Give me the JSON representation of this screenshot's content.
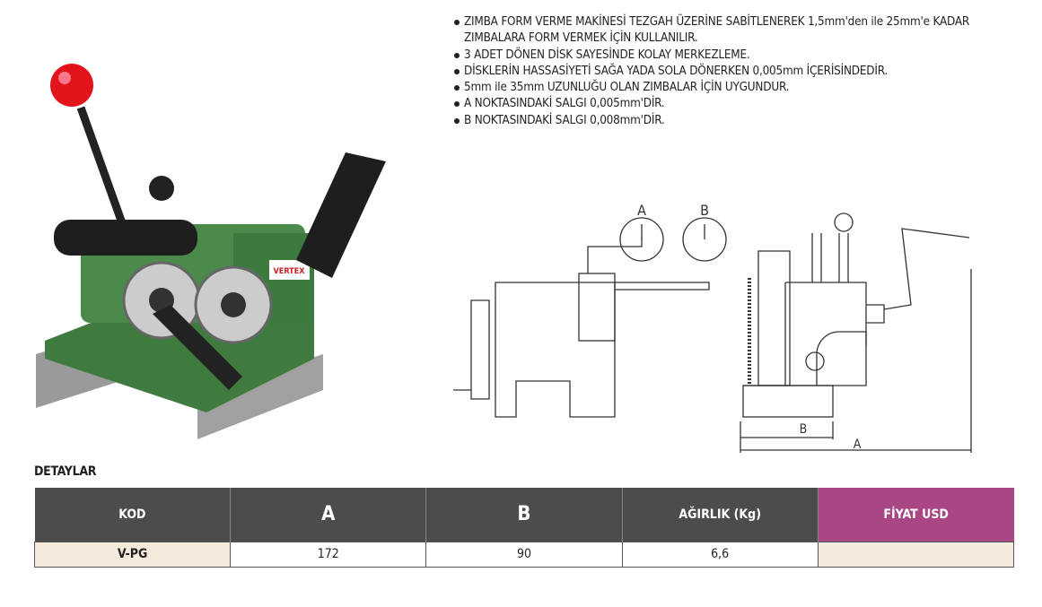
{
  "features": [
    "ZIMBA FORM VERME MAKİNESİ TEZGAH ÜZERİNE SABİTLENEREK 1,5mm'den ile 25mm'e KADAR ZIMBALARA FORM VERMEK İÇİN KULLANILIR.",
    "3 ADET DÖNEN DİSK SAYESİNDE KOLAY MERKEZLEME.",
    "DİSKLERİN HASSASİYETİ SAĞA YADA SOLA DÖNERKEN 0,005mm İÇERİSİNDEDİR.",
    "5mm ile 35mm UZUNLUĞU OLAN ZIMBALAR İÇİN UYGUNDUR.",
    "A NOKTASINDAKİ SALGI 0,005mm'DİR.",
    "B NOKTASINDAKİ SALGI 0,008mm'DİR."
  ],
  "diagram": {
    "label_a": "A",
    "label_b": "B"
  },
  "photo": {
    "brand": "VERTEX"
  },
  "details": {
    "title": "DETAYLAR",
    "headers": [
      "KOD",
      "A",
      "B",
      "AĞIRLIK (Kg)",
      "FİYAT USD"
    ],
    "row": [
      "V-PG",
      "172",
      "90",
      "6,6",
      ""
    ]
  },
  "colors": {
    "header": "#4d4b4c",
    "price_header": "#a84784",
    "cream": "#f5ebdc",
    "machine_green": "#3f7a3f"
  }
}
